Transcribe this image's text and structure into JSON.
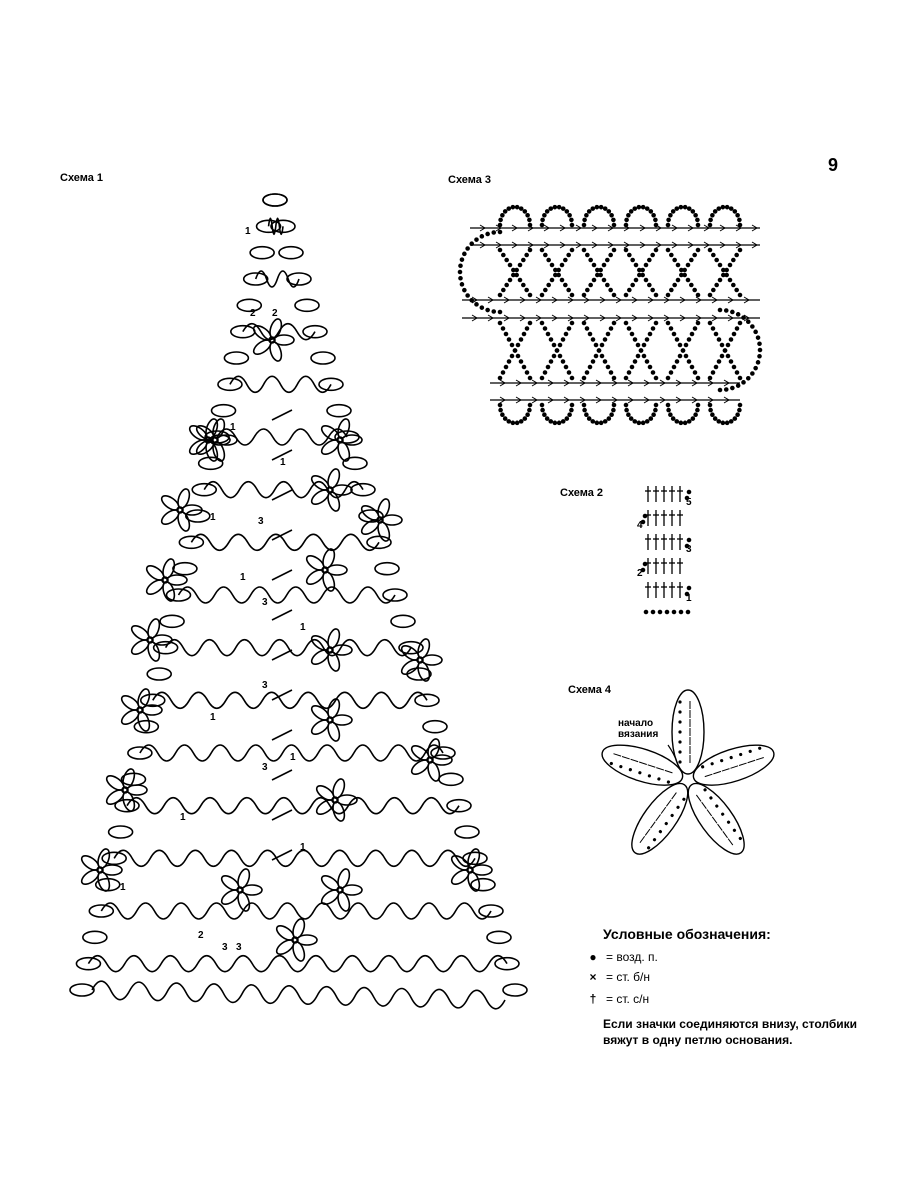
{
  "page_number": "9",
  "schemes": {
    "scheme1": "Схема 1",
    "scheme2": "Схема 2",
    "scheme3": "Схема 3",
    "scheme4": "Схема 4"
  },
  "scheme2_rows": [
    "1",
    "2",
    "3",
    "4",
    "5"
  ],
  "scheme4_start": [
    "начало",
    "вязания"
  ],
  "legend": {
    "title": "Условные обозначения:",
    "items": [
      {
        "symbol": "●",
        "text": "= возд. п."
      },
      {
        "symbol": "×",
        "text": "= ст. б/н"
      },
      {
        "symbol": "†",
        "text": "= ст. с/н"
      }
    ],
    "note": "Если значки соединяются внизу, столбики вяжут в одну петлю основания."
  },
  "tree_numbers": [
    "1",
    "2",
    "3"
  ]
}
